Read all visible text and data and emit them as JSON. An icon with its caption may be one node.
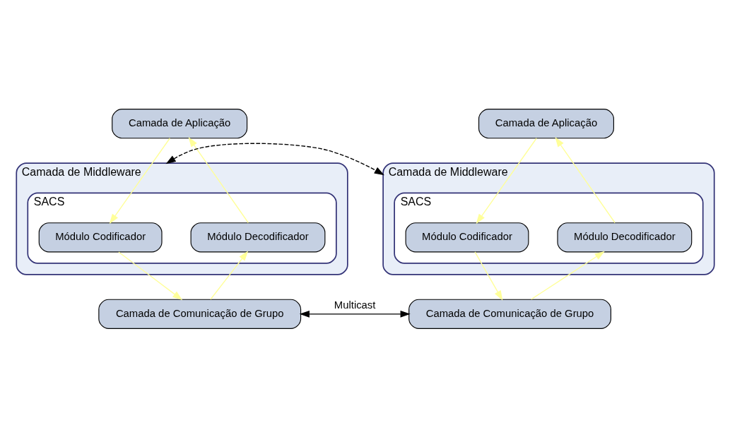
{
  "diagram": {
    "nodes": [
      {
        "text": [
          "Camada de Aplicação"
        ]
      },
      {
        "text": [
          "Camada de Middleware"
        ]
      },
      {
        "text": [
          "SACS"
        ],
        "in": 1
      },
      {
        "text": [
          "Módulo Codificador"
        ],
        "in": 2
      },
      {
        "text": [
          "Módulo Decodificador"
        ],
        "in": 2
      },
      {
        "text": [
          "Camada de Comunicação de Grupo"
        ]
      },
      {
        "text": [
          "Camada de Aplicação"
        ]
      },
      {
        "text": [
          "Camada de Middleware"
        ]
      },
      {
        "text": [
          "SACS"
        ],
        "in": 7
      },
      {
        "text": [
          "Módulo Codificador"
        ],
        "in": 8
      },
      {
        "text": [
          "Módulo Decodificador"
        ],
        "in": 8
      },
      {
        "text": [
          "Camada de Comunicação de Grupo"
        ]
      }
    ],
    "edges": [
      {
        "from": 0,
        "to": 3,
        "arrow": "to"
      },
      {
        "from": 4,
        "to": 0,
        "arrow": "to"
      },
      {
        "from": 3,
        "to": 5,
        "arrow": "to"
      },
      {
        "from": 5,
        "to": 4,
        "arrow": "to"
      },
      {
        "from": 6,
        "to": 9,
        "arrow": "to"
      },
      {
        "from": 10,
        "to": 6,
        "arrow": "to"
      },
      {
        "from": 9,
        "to": 11,
        "arrow": "to"
      },
      {
        "from": 11,
        "to": 10,
        "arrow": "to"
      },
      {
        "from": 1,
        "to": 7,
        "arrow": "both",
        "style": "dashed",
        "color": "#000000"
      },
      {
        "from": 5,
        "to": 11,
        "arrow": "both",
        "label": "Multicast",
        "color": "#000000"
      }
    ]
  }
}
